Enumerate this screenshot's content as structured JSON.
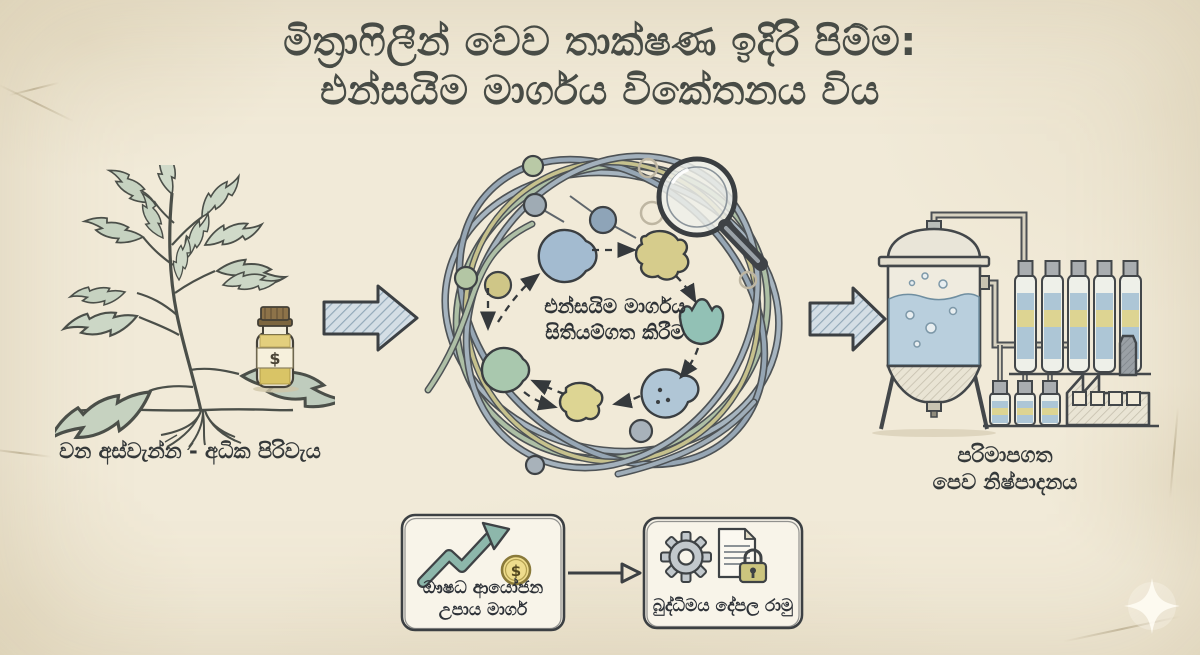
{
  "title": {
    "line1": "මිත්‍රාෆිලීන් වෙව තාක්ෂණ ඉදිරි පිම්ම:",
    "line2": "එන්සයිම මාර්ගය විකේතනය විය"
  },
  "flow": {
    "step1_wild_harvest": {
      "label": "වන අස්වැන්න - අධික පිරිවැය",
      "vial_symbol": "$"
    },
    "step2_pathway_mapping": {
      "label_line1": "එන්සයිම මාර්ගය",
      "label_line2": "සිතියම්ගත කිරීම"
    },
    "step3_scaled_production": {
      "label_line1": "පරිමාපගත",
      "label_line2": "පෙව නිෂ්පාදනය"
    }
  },
  "bottom_row": {
    "investment_box": {
      "line1": "ඖෂධ ආයෝජන",
      "line2": "උපාය මාර්ග",
      "coin_symbol": "$"
    },
    "ip_box": {
      "label": "බුද්ධිමය දේපල රාමු"
    }
  },
  "icons": {
    "plant": "medicinal-plant-with-roots",
    "dollar_vial": "vial-with-dollar-label",
    "flow_arrow": "block-arrow-right",
    "network": "tangled-enzyme-pathway-ring",
    "magnifier": "magnifying-glass",
    "enzymes": "enzyme-blobs-cycle",
    "bioreactor": "fermenter-tank",
    "vials": "product-vial-rows",
    "factory": "factory-building",
    "trend": "trending-up-arrow",
    "coin": "dollar-coin",
    "gear": "gear",
    "document": "document-sheet",
    "lock": "padlock",
    "sparkle": "four-point-sparkle"
  },
  "colors": {
    "paper": "#f1ead8",
    "ink": "#3c4043",
    "title_text": "#484c46",
    "blue_gray": "#a3bbd0",
    "sage_green": "#a9c8ae",
    "olive_yellow": "#d6cc8c",
    "teal": "#92c1b5",
    "liquid_blue": "#b9cfdd",
    "coin_yellow": "#eedc8c",
    "lock_olive": "#ccc57e",
    "amber": "#d9c466"
  }
}
